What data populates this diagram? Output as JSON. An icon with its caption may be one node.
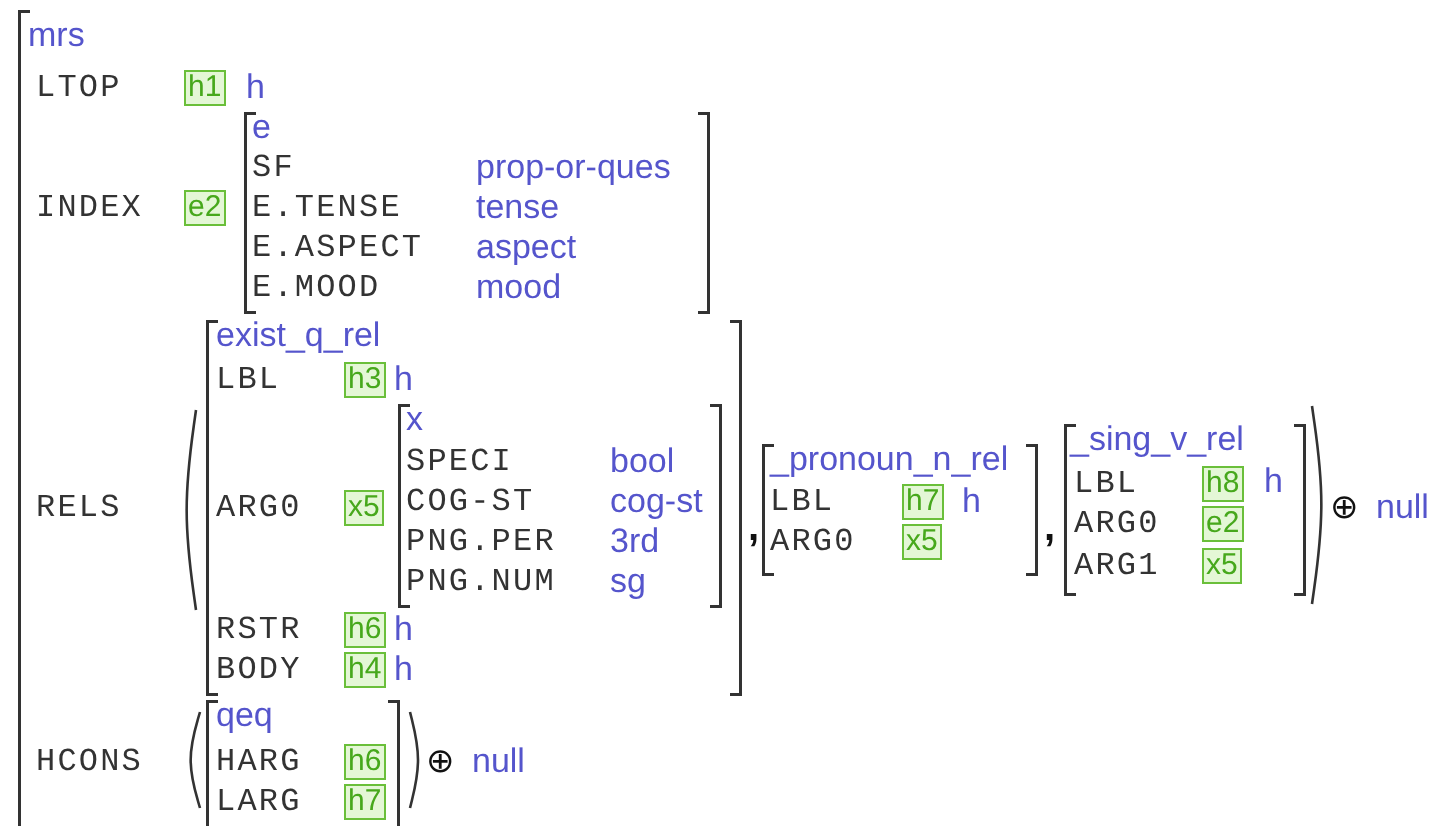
{
  "diagram": {
    "nodes": [
      {
        "text": [
          "mrs",
          "LTOP",
          "h",
          "INDEX",
          "RELS",
          "HCONS"
        ]
      },
      {
        "text": [
          "h1"
        ],
        "in": 0
      },
      {
        "text": [
          "e2"
        ],
        "in": 0
      },
      {
        "text": [
          "e",
          "SF",
          "prop-or-ques",
          "E.TENSE",
          "tense",
          "E.ASPECT",
          "aspect",
          "E.MOOD",
          "mood"
        ],
        "in": 0
      },
      {
        "text": [
          "exist_q_rel",
          "LBL",
          "h",
          "ARG0",
          "RSTR",
          "h",
          "BODY",
          "h"
        ],
        "in": 0
      },
      {
        "text": [
          "h3"
        ],
        "in": 4
      },
      {
        "text": [
          "x5"
        ],
        "in": 4
      },
      {
        "text": [
          "x",
          "SPECI",
          "bool",
          "COG-ST",
          "cog-st",
          "PNG.PER",
          "3rd",
          "PNG.NUM",
          "sg"
        ],
        "in": 4
      },
      {
        "text": [
          "h6"
        ],
        "in": 4
      },
      {
        "text": [
          "h4"
        ],
        "in": 4
      },
      {
        "text": [
          "_pronoun_n_rel",
          "LBL",
          "h",
          "ARG0"
        ],
        "in": 0
      },
      {
        "text": [
          "h7"
        ],
        "in": 10
      },
      {
        "text": [
          "x5"
        ],
        "in": 10
      },
      {
        "text": [
          "_sing_v_rel",
          "LBL",
          "h",
          "ARG0",
          "ARG1"
        ],
        "in": 0
      },
      {
        "text": [
          "h8"
        ],
        "in": 13
      },
      {
        "text": [
          "e2"
        ],
        "in": 13
      },
      {
        "text": [
          "x5"
        ],
        "in": 13
      },
      {
        "text": [
          "qeq",
          "HARG",
          "LARG"
        ],
        "in": 0
      },
      {
        "text": [
          "h6"
        ],
        "in": 17
      },
      {
        "text": [
          "h7"
        ],
        "in": 17
      }
    ],
    "labels": [
      ",",
      ",",
      "⊕",
      "null",
      "⊕",
      "null"
    ]
  }
}
